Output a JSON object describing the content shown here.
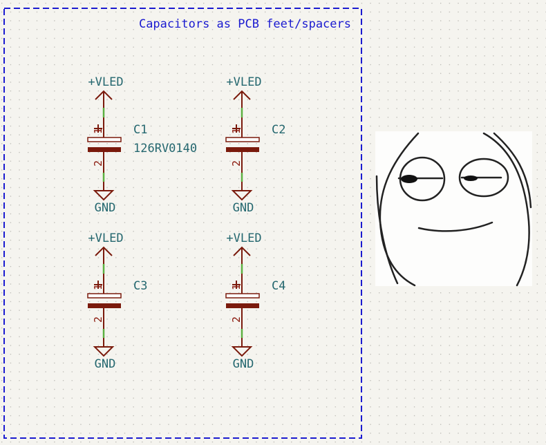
{
  "sheet": {
    "note_text": "Capacitors as PCB feet/spacers",
    "colors": {
      "background": "#f5f4ef",
      "border": "#1a1ad0",
      "symbol": "#7a1a0c",
      "wire": "#5cb040",
      "text": "#24676f"
    },
    "image_icon": "troll-face-meme-image"
  },
  "components": [
    {
      "ref": "C1",
      "value": "126RV0140",
      "power": "+VLED",
      "ground": "GND",
      "pin1": "1",
      "pin2": "2"
    },
    {
      "ref": "C2",
      "value": "",
      "power": "+VLED",
      "ground": "GND",
      "pin1": "1",
      "pin2": "2"
    },
    {
      "ref": "C3",
      "value": "",
      "power": "+VLED",
      "ground": "GND",
      "pin1": "1",
      "pin2": "2"
    },
    {
      "ref": "C4",
      "value": "",
      "power": "+VLED",
      "ground": "GND",
      "pin1": "1",
      "pin2": "2"
    }
  ]
}
